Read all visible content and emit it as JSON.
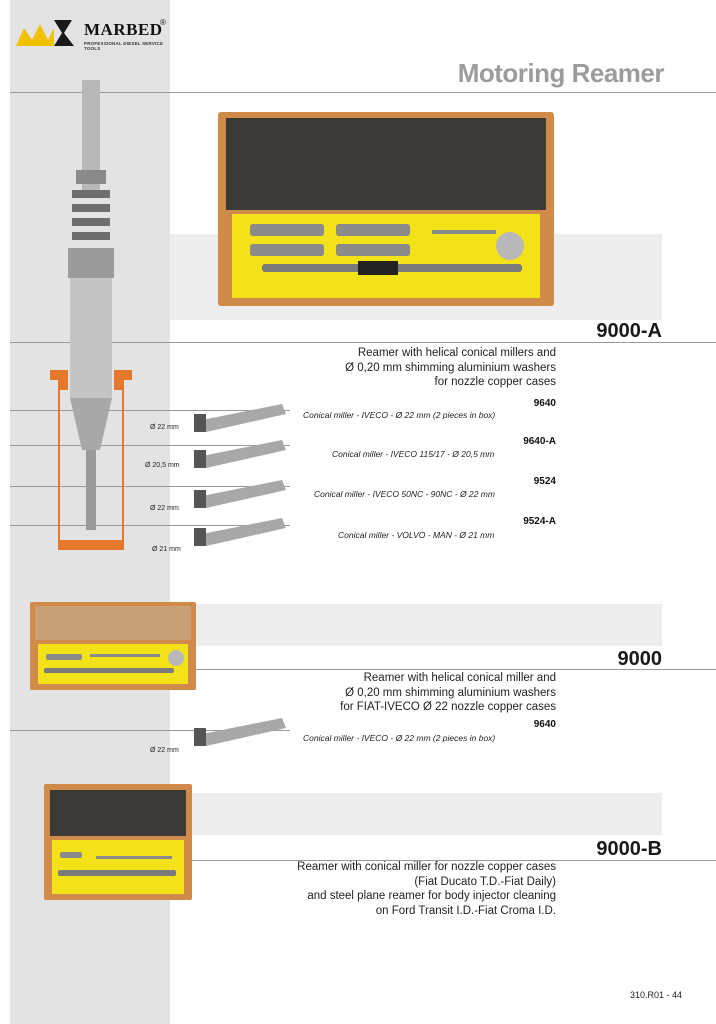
{
  "brand": {
    "name": "MARBED",
    "registered": "®",
    "tagline": "PROFESSIONAL DIESEL SERVICE TOOLS"
  },
  "page_title": "Motoring Reamer",
  "sections": [
    {
      "code": "9000-A",
      "description": [
        "Reamer with helical conical millers and",
        "Ø 0,20 mm shimming aluminium washers",
        "for nozzle copper cases"
      ],
      "parts": [
        {
          "code": "9640",
          "desc": "Conical miller - IVECO - Ø 22 mm (2 pieces in box)",
          "dim": "Ø 22 mm"
        },
        {
          "code": "9640-A",
          "desc": "Conical miller - IVECO 115/17 - Ø 20,5 mm",
          "dim": "Ø 20,5 mm"
        },
        {
          "code": "9524",
          "desc": "Conical miller - IVECO 50NC - 90NC - Ø 22 mm",
          "dim": "Ø 22 mm"
        },
        {
          "code": "9524-A",
          "desc": "Conical miller - VOLVO - MAN - Ø 21 mm",
          "dim": "Ø 21 mm"
        }
      ]
    },
    {
      "code": "9000",
      "description": [
        "Reamer with helical conical miller and",
        "Ø 0,20 mm shimming aluminium washers",
        "for FIAT-IVECO Ø 22 nozzle copper cases"
      ],
      "parts": [
        {
          "code": "9640",
          "desc": "Conical miller - IVECO - Ø 22 mm (2 pieces in box)",
          "dim": "Ø 22 mm"
        }
      ]
    },
    {
      "code": "9000-B",
      "description": [
        "Reamer with conical miller for nozzle copper cases",
        "(Fiat Ducato T.D.-Fiat Daily)",
        "and steel plane reamer for body injector cleaning",
        "on Ford Transit I.D.-Fiat Croma I.D."
      ]
    }
  ],
  "footer": "310.R01 - 44",
  "colors": {
    "sidebar": "#e3e3e3",
    "title_gray": "#9c9c9c",
    "logo_yellow": "#f2c200",
    "case_wood": "#d08a4a",
    "case_lining": "#f3e21a"
  }
}
